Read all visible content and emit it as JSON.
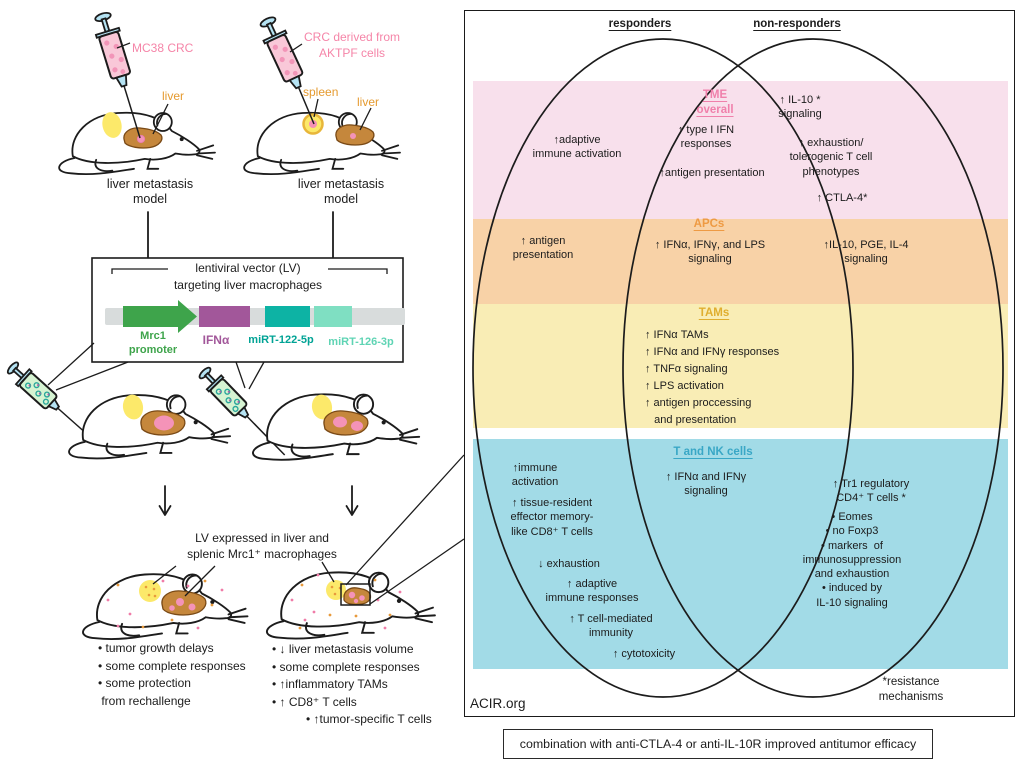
{
  "palette": {
    "band_tme": "#f8e0ec",
    "band_apcs": "#f8d2a7",
    "band_tams": "#f9edb5",
    "band_tnk": "#a2dbe7",
    "heading_tme": "#f080ab",
    "heading_apcs": "#ee9a43",
    "heading_tams": "#e0ae2f",
    "heading_tnk": "#39a7c6",
    "construct_green": "#3ea44b",
    "construct_purple": "#a2579a",
    "construct_teal": "#0db3a4",
    "construct_mint": "#7fdfc2",
    "injection_pink": "#f585a8",
    "organ_gold": "#e59a2f",
    "liver_brown": "#c5873c",
    "spleen_yellow": "#fce96a",
    "tumor_pink": "#f493b8"
  },
  "left": {
    "model1": {
      "injection_label": "MC38 CRC",
      "organ_label": "liver",
      "caption": "liver metastasis\nmodel"
    },
    "model2": {
      "injection_label": "CRC derived from\nAKTPF cells",
      "spleen_label": "spleen",
      "liver_label": "liver",
      "caption": "liver metastasis\nmodel"
    },
    "vector_box": {
      "title": "lentiviral vector (LV)",
      "subtitle": "targeting liver macrophages",
      "elements": [
        {
          "label": "Mrc1\npromoter"
        },
        {
          "label": "IFNα"
        },
        {
          "label": "miRT-122-5p"
        },
        {
          "label": "miRT-126-3p"
        }
      ]
    },
    "expression_note": "LV expressed in liver and\nsplenic Mrc1⁺ macrophages",
    "outcome_left": {
      "items": [
        "tumor growth delays",
        "some complete responses",
        "some protection\n from rechallenge"
      ]
    },
    "outcome_right": {
      "items": [
        "↓ liver metastasis volume",
        "some complete responses",
        "↑inflammatory TAMs",
        "↑ CD8⁺ T cells"
      ],
      "subitem": "↑tumor-specific T cells"
    }
  },
  "venn": {
    "responders_label": "responders",
    "nonresponders_label": "non-responders",
    "tme": {
      "heading": "TME\noverall",
      "left_item": "↑adaptive\nimmune activation",
      "middle_items": [
        "↑ type I IFN\nresponses",
        "↑antigen presentation"
      ],
      "right_items": [
        "↑ IL-10 *\nsignaling",
        "↑ exhaustion/\ntolerogenic T cell\nphenotypes",
        "↑ CTLA-4*"
      ]
    },
    "apcs": {
      "heading": "APCs",
      "left_item": "↑ antigen\npresentation",
      "middle_item": "↑ IFNα, IFNγ, and LPS\nsignaling",
      "right_item": "↑IL-10, PGE, IL-4\nsignaling"
    },
    "tams": {
      "heading": "TAMs",
      "middle_items": "↑ IFNα TAMs\n↑ IFNα and IFNγ responses\n↑ TNFα signaling\n↑ LPS activation\n↑ antigen proccessing\n   and presentation"
    },
    "tnk": {
      "heading": "T and NK cells",
      "middle_item": "↑ IFNα and IFNγ\nsignaling",
      "left_items": [
        "↑immune\nactivation",
        "↑ tissue-resident\neffector memory-\nlike CD8⁺ T cells",
        "↓ exhaustion",
        "↑ adaptive\nimmune responses",
        "↑ T cell-mediated\nimmunity",
        "↑ cytotoxicity"
      ],
      "right_items": [
        "↑ Tr1 regulatory\nCD4⁺ T cells *",
        "• Eomes\n• no Foxp3\n• markers  of\nimmunosuppression\nand exhaustion\n• induced by\nIL-10 signaling"
      ]
    },
    "footnote": "*resistance\nmechanisms",
    "credit": "ACIR.org"
  },
  "banner": "combination with anti-CTLA-4 or anti-IL-10R improved antitumor efficacy"
}
